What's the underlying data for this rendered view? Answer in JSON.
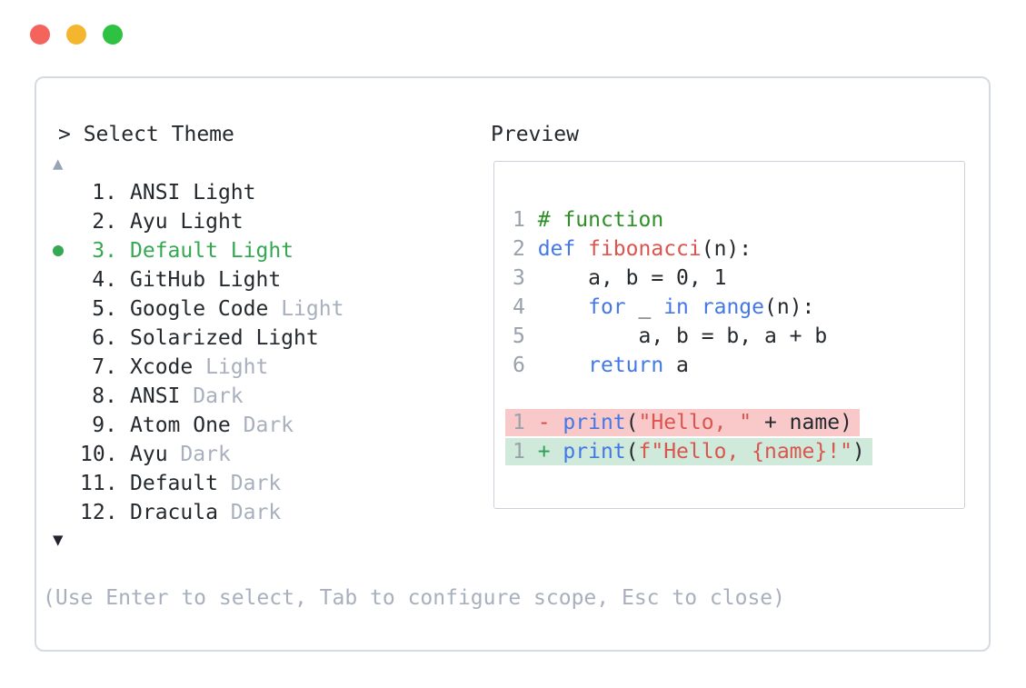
{
  "colors": {
    "accent_green": "#34a853",
    "muted_gray": "#a8b0bd",
    "text_dark": "#24292e",
    "keyword_blue": "#4478e6",
    "string_red": "#d9564f",
    "comment_green": "#2f8f27",
    "diff_removed_bg": "#f9c9c9",
    "diff_added_bg": "#cfe9da",
    "traffic_red": "#f4635c",
    "traffic_yellow": "#f4b62e",
    "traffic_green": "#2fc242"
  },
  "theme_picker": {
    "prompt": "> Select Theme",
    "scroll_up_icon": "▲",
    "scroll_down_icon": "▼",
    "hint": "(Use Enter to select, Tab to configure scope, Esc to close)",
    "items": [
      {
        "number": "1.",
        "name": "ANSI",
        "variant": "Light",
        "variant_muted": false,
        "selected": false
      },
      {
        "number": "2.",
        "name": "Ayu",
        "variant": "Light",
        "variant_muted": false,
        "selected": false
      },
      {
        "number": "3.",
        "name": "Default",
        "variant": "Light",
        "variant_muted": false,
        "selected": true
      },
      {
        "number": "4.",
        "name": "GitHub",
        "variant": "Light",
        "variant_muted": false,
        "selected": false
      },
      {
        "number": "5.",
        "name": "Google Code",
        "variant": "Light",
        "variant_muted": true,
        "selected": false
      },
      {
        "number": "6.",
        "name": "Solarized",
        "variant": "Light",
        "variant_muted": false,
        "selected": false
      },
      {
        "number": "7.",
        "name": "Xcode",
        "variant": "Light",
        "variant_muted": true,
        "selected": false
      },
      {
        "number": "8.",
        "name": "ANSI",
        "variant": "Dark",
        "variant_muted": true,
        "selected": false
      },
      {
        "number": "9.",
        "name": "Atom One",
        "variant": "Dark",
        "variant_muted": true,
        "selected": false
      },
      {
        "number": "10.",
        "name": "Ayu",
        "variant": "Dark",
        "variant_muted": true,
        "selected": false
      },
      {
        "number": "11.",
        "name": "Default",
        "variant": "Dark",
        "variant_muted": true,
        "selected": false
      },
      {
        "number": "12.",
        "name": "Dracula",
        "variant": "Dark",
        "variant_muted": true,
        "selected": false
      }
    ]
  },
  "preview": {
    "title": "Preview",
    "code_lines": [
      {
        "number": "1",
        "tokens": [
          {
            "t": "# function",
            "c": "comment"
          }
        ]
      },
      {
        "number": "2",
        "tokens": [
          {
            "t": "def",
            "c": "keyword"
          },
          {
            "t": " ",
            "c": "plain"
          },
          {
            "t": "fibonacci",
            "c": "func"
          },
          {
            "t": "(n):",
            "c": "plain"
          }
        ]
      },
      {
        "number": "3",
        "tokens": [
          {
            "t": "    a, b = 0, 1",
            "c": "plain"
          }
        ]
      },
      {
        "number": "4",
        "tokens": [
          {
            "t": "    ",
            "c": "plain"
          },
          {
            "t": "for",
            "c": "keyword"
          },
          {
            "t": " _ ",
            "c": "plain"
          },
          {
            "t": "in",
            "c": "keyword"
          },
          {
            "t": " ",
            "c": "plain"
          },
          {
            "t": "range",
            "c": "keyword"
          },
          {
            "t": "(n):",
            "c": "plain"
          }
        ]
      },
      {
        "number": "5",
        "tokens": [
          {
            "t": "        a, b = b, a + b",
            "c": "plain"
          }
        ]
      },
      {
        "number": "6",
        "tokens": [
          {
            "t": "    ",
            "c": "plain"
          },
          {
            "t": "return",
            "c": "keyword"
          },
          {
            "t": " a",
            "c": "plain"
          }
        ]
      }
    ],
    "diff_lines": [
      {
        "number": "1",
        "sign": "-",
        "kind": "removed",
        "tokens": [
          {
            "t": "print",
            "c": "keyword"
          },
          {
            "t": "(",
            "c": "plain"
          },
          {
            "t": "\"Hello, \"",
            "c": "string"
          },
          {
            "t": " + name)",
            "c": "plain"
          }
        ]
      },
      {
        "number": "1",
        "sign": "+",
        "kind": "added",
        "tokens": [
          {
            "t": "print",
            "c": "keyword"
          },
          {
            "t": "(",
            "c": "plain"
          },
          {
            "t": "f\"Hello, {name}!\"",
            "c": "string"
          },
          {
            "t": ")",
            "c": "plain"
          }
        ]
      }
    ]
  }
}
